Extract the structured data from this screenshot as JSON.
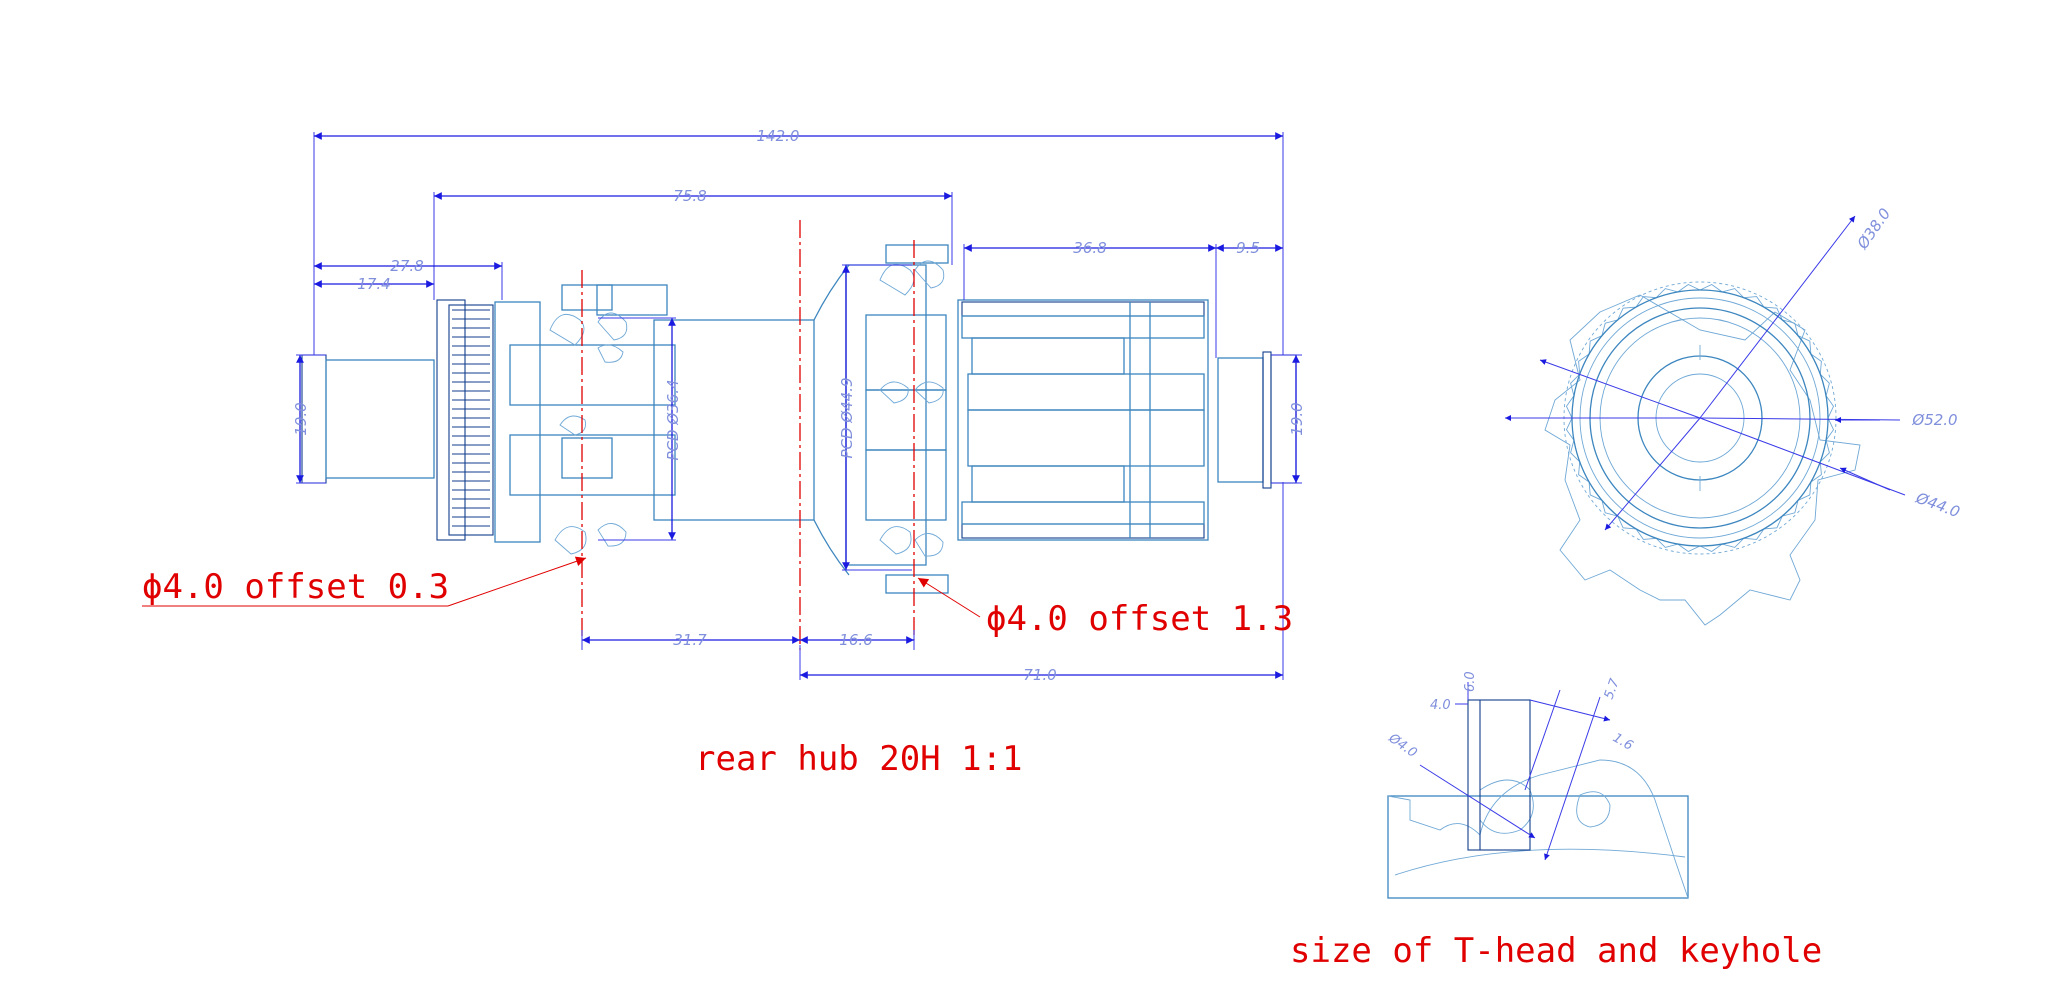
{
  "dimensions": {
    "overall_width": "142.0",
    "flange_span": "75.8",
    "left_27": "27.8",
    "left_17": "17.4",
    "cassette_len": "36.8",
    "right_end": "9.5",
    "axle_left": "19.0",
    "axle_right": "19.0",
    "pcd_left": "PCD Ø36.4",
    "pcd_right": "PCD Ø44.9",
    "center_left": "31.7",
    "center_right": "16.6",
    "right_half": "71.0"
  },
  "end_view": {
    "d38": "Ø38.0",
    "d52": "Ø52.0",
    "d44": "Ø44.0"
  },
  "keyhole": {
    "d4": "Ø4.0",
    "w4": "4.0",
    "h6": "6.0",
    "l57": "5.7",
    "l16": "1.6"
  },
  "annotations": {
    "offset_left": "ϕ4.0 offset 0.3",
    "offset_right": "ϕ4.0 offset 1.3",
    "main_caption": "rear hub 20H 1:1",
    "detail_caption": "size of T-head and keyhole"
  },
  "colors": {
    "dimension": "#1a1ae0",
    "part": "#3c86bf",
    "annotation": "#e00000"
  }
}
